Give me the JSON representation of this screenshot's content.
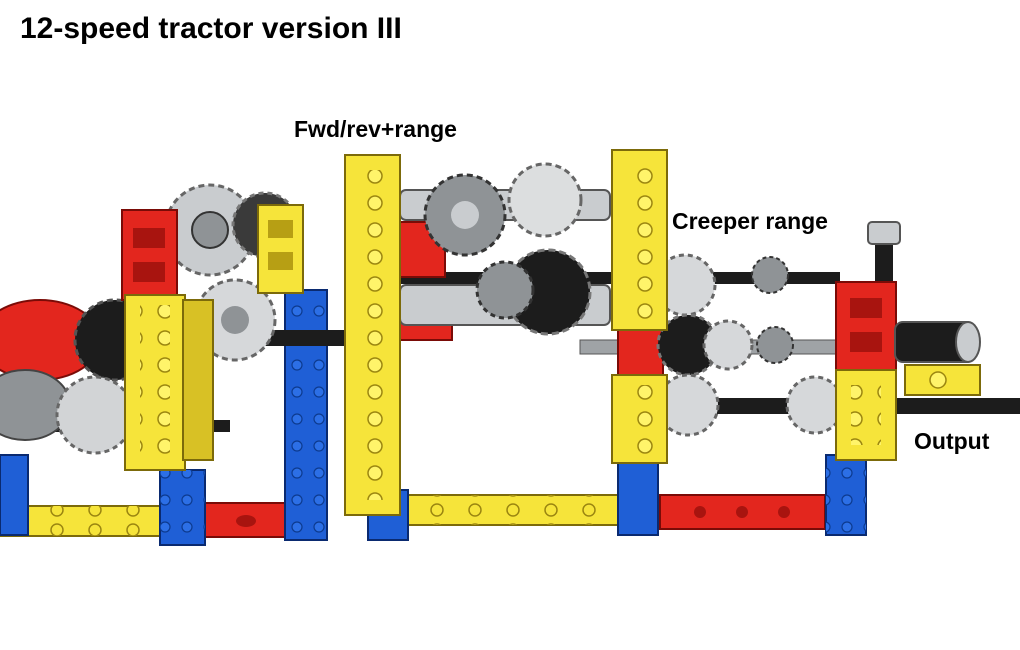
{
  "title": "12-speed tractor version III",
  "labels": {
    "fwd_rev_range": "Fwd/rev+range",
    "creeper_range": "Creeper range",
    "output": "Output"
  },
  "colors": {
    "red": "#e3261e",
    "yellow": "#f6e43a",
    "blue": "#1f5fd6",
    "gray_light": "#c9cccf",
    "gray_dark": "#8f9396",
    "black": "#1c1c1c",
    "dark_red": "#a8140f",
    "dark_yellow": "#b79f14",
    "dark_blue": "#0c3a8f"
  }
}
